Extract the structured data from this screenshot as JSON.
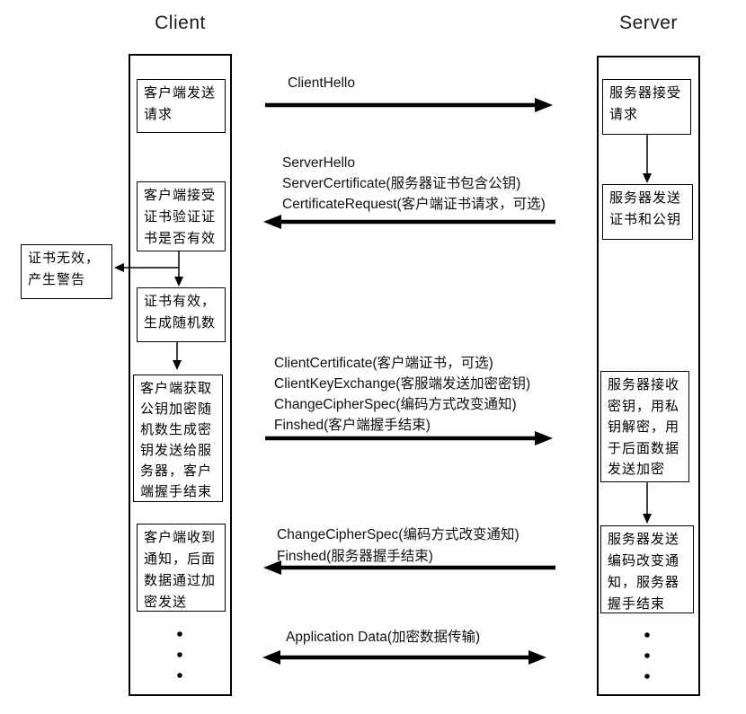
{
  "client": {
    "title": "Client",
    "boxes": [
      {
        "text": "客户端发送请求"
      },
      {
        "text": "客户端接受证书验证证书是否有效"
      },
      {
        "text": "证书有效，生成随机数"
      },
      {
        "text": "客户端获取公钥加密随机数生成密钥发送给服务器，客户端握手结束"
      },
      {
        "text": "客户端收到通知，后面数据通过加密发送"
      }
    ]
  },
  "server": {
    "title": "Server",
    "boxes": [
      {
        "text": "服务器接受请求"
      },
      {
        "text": "服务器发送证书和公钥"
      },
      {
        "text": "服务器接收密钥，用私钥解密，用于后面数据发送加密"
      },
      {
        "text": "服务器发送编码改变通知，服务器握手结束"
      }
    ]
  },
  "warning_box": {
    "text": "证书无效，产生警告"
  },
  "messages": [
    {
      "direction": "client-to-server",
      "lines": [
        "ClientHello"
      ]
    },
    {
      "direction": "server-to-client",
      "lines": [
        "ServerHello",
        "ServerCertificate(服务器证书包含公钥)",
        "CertificateRequest(客户端证书请求，可选)"
      ]
    },
    {
      "direction": "client-to-server",
      "lines": [
        "ClientCertificate(客户端证书，可选)",
        "ClientKeyExchange(客服端发送加密密钥)",
        "ChangeCipherSpec(编码方式改变通知)",
        "Finshed(客户端握手结束)"
      ]
    },
    {
      "direction": "server-to-client",
      "lines": [
        "ChangeCipherSpec(编码方式改变通知)",
        "Finshed(服务器握手结束)"
      ]
    },
    {
      "direction": "bidirectional",
      "lines": [
        "Application Data(加密数据传输)"
      ]
    }
  ],
  "colors": {
    "line": "#000000",
    "text": "#000000",
    "background": "#ffffff"
  }
}
